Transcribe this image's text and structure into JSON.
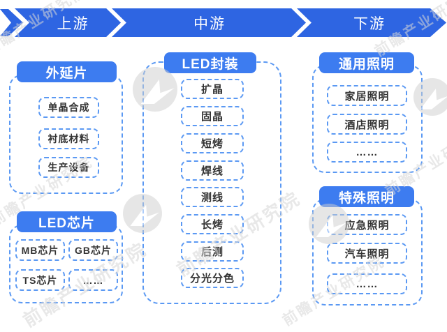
{
  "banner": {
    "segments": [
      {
        "label": "上游"
      },
      {
        "label": "中游"
      },
      {
        "label": "下游"
      }
    ]
  },
  "upstream": {
    "groups": [
      {
        "title": "外延片",
        "items": [
          "单晶合成",
          "衬底材料",
          "生产设备"
        ]
      },
      {
        "title": "LED芯片",
        "items": [
          "MB芯片",
          "GB芯片",
          "TS芯片",
          "……"
        ]
      }
    ]
  },
  "midstream": {
    "groups": [
      {
        "title": "LED封装",
        "items": [
          "扩晶",
          "固晶",
          "短烤",
          "焊线",
          "测线",
          "长烤",
          "后测",
          "分光分色"
        ]
      }
    ]
  },
  "downstream": {
    "groups": [
      {
        "title": "通用照明",
        "items": [
          "家居照明",
          "酒店照明",
          "……"
        ]
      },
      {
        "title": "特殊照明",
        "items": [
          "应急照明",
          "汽车照明",
          "……"
        ]
      }
    ]
  },
  "watermark": {
    "text": "前瞻产业研究院"
  },
  "colors": {
    "banner_blue": "#2e65e2",
    "header_blue": "#3d7cf0",
    "dashed_border": "#5b99f3",
    "item_text": "#333333"
  }
}
